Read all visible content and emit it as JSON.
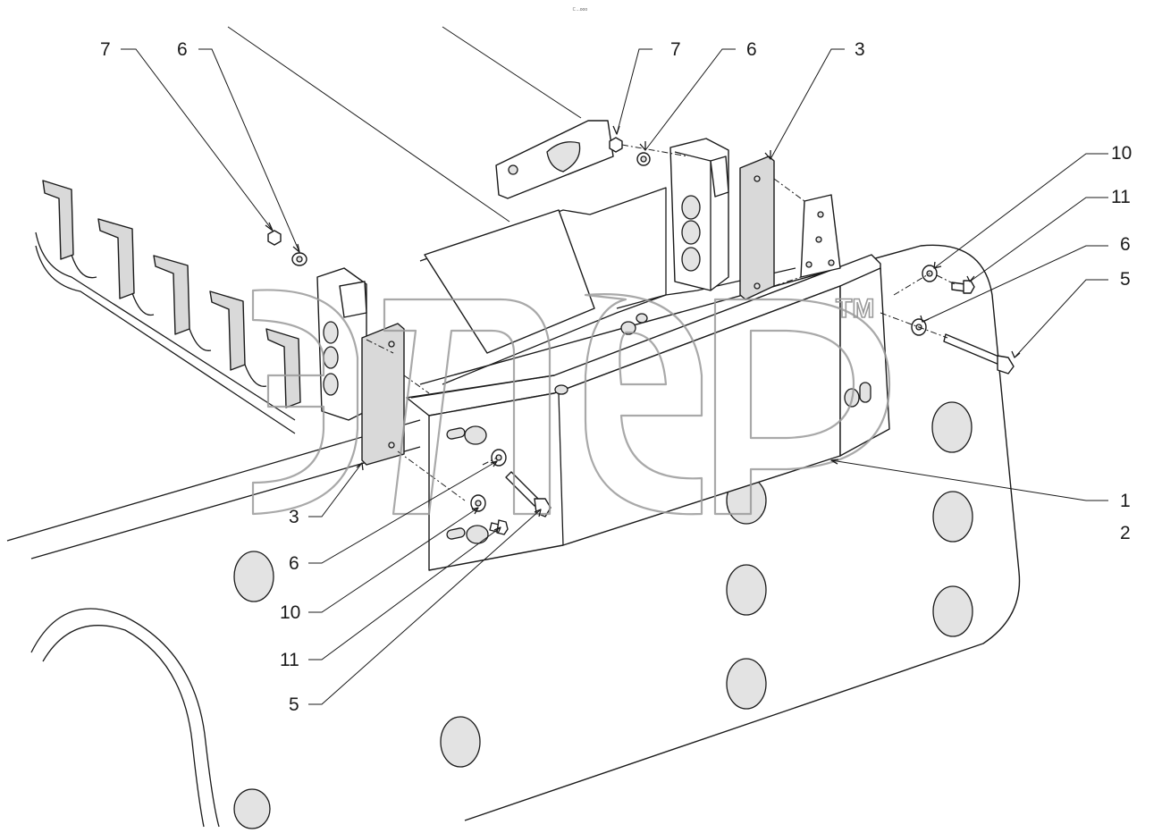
{
  "header": {
    "tiny_text": "ㄷ...ooo"
  },
  "watermark": {
    "trademark": "TM"
  },
  "callouts": [
    {
      "id": "c-top-7-left",
      "text": "7"
    },
    {
      "id": "c-top-6-left",
      "text": "6"
    },
    {
      "id": "c-top-7-mid",
      "text": "7"
    },
    {
      "id": "c-top-6-mid",
      "text": "6"
    },
    {
      "id": "c-top-3",
      "text": "3"
    },
    {
      "id": "c-right-10",
      "text": "10"
    },
    {
      "id": "c-right-11",
      "text": "11"
    },
    {
      "id": "c-right-6",
      "text": "6"
    },
    {
      "id": "c-right-5",
      "text": "5"
    },
    {
      "id": "c-right-1",
      "text": "1"
    },
    {
      "id": "c-right-2",
      "text": "2"
    },
    {
      "id": "c-left-3",
      "text": "3"
    },
    {
      "id": "c-left-6",
      "text": "6"
    },
    {
      "id": "c-left-10",
      "text": "10"
    },
    {
      "id": "c-left-11",
      "text": "11"
    },
    {
      "id": "c-left-5",
      "text": "5"
    }
  ]
}
